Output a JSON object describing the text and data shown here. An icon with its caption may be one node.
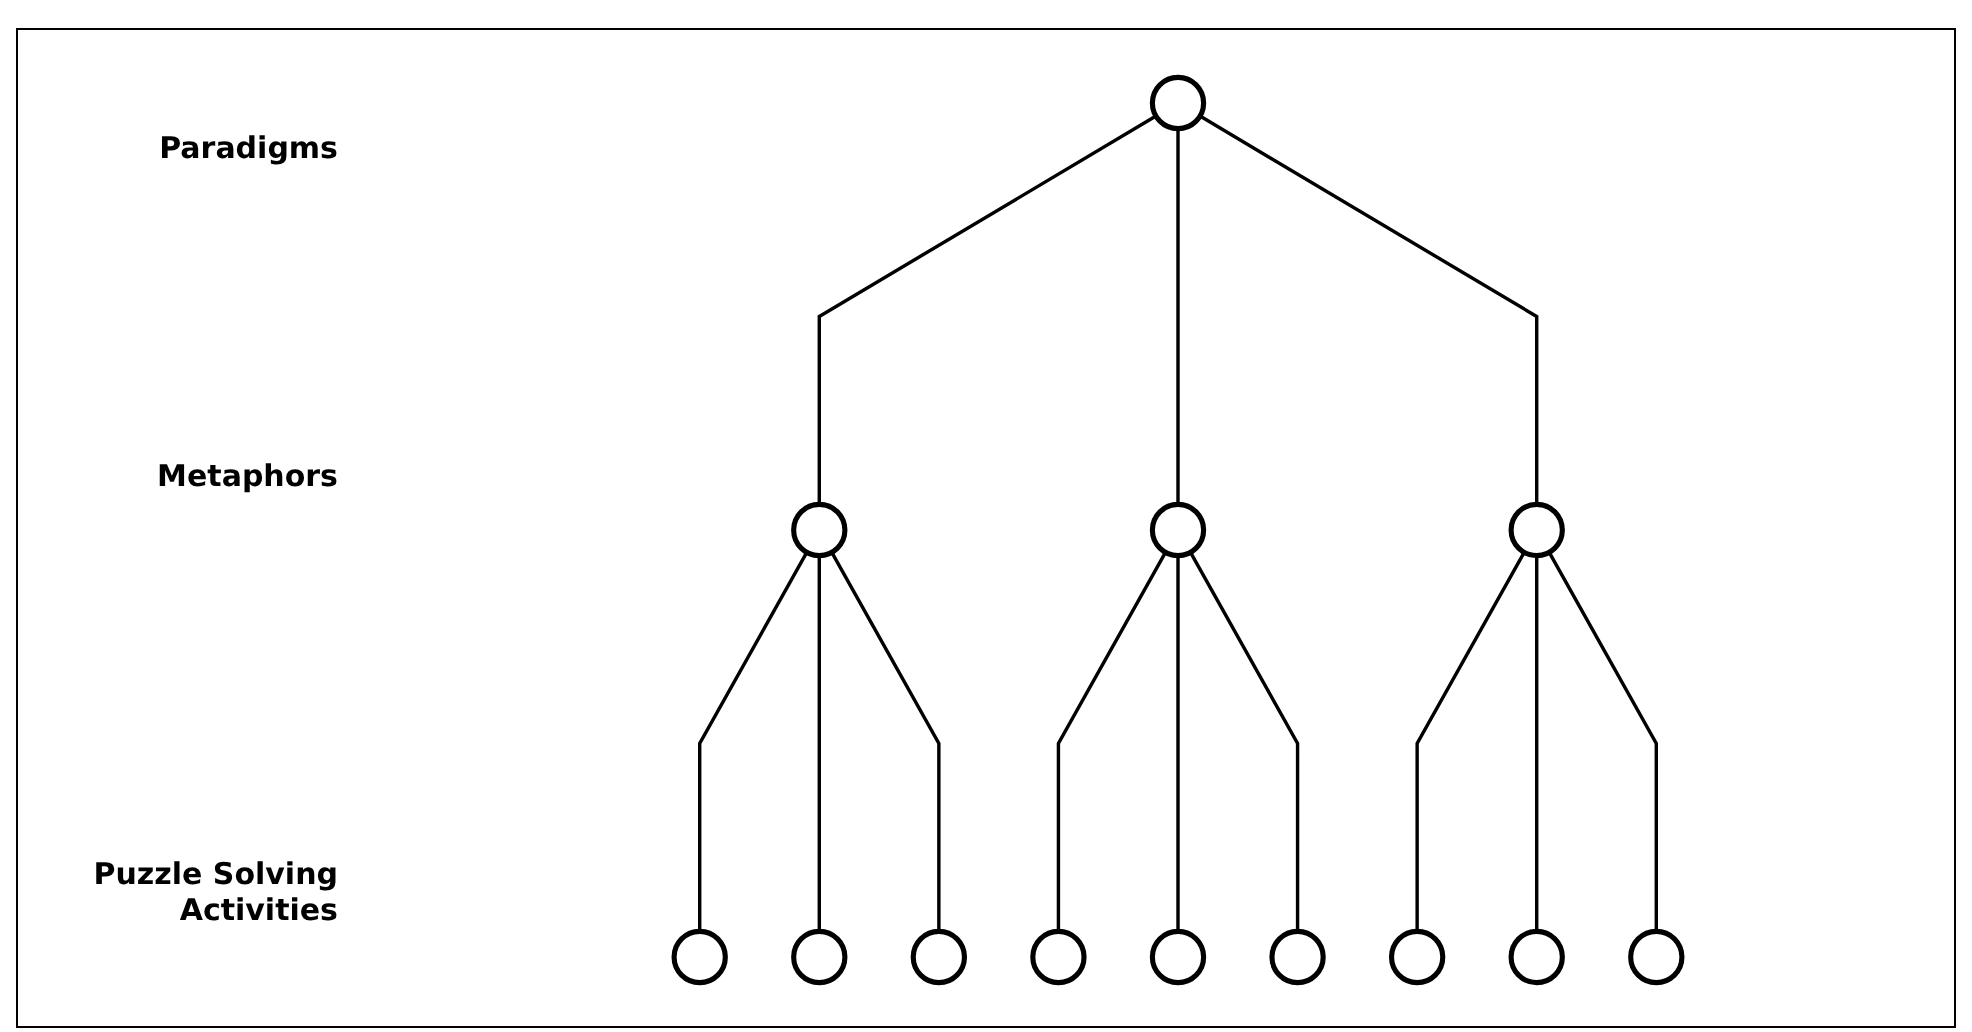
{
  "diagram": {
    "nodes": [
      {
        "text": [],
        "shape": "circle"
      },
      {
        "text": [],
        "shape": "circle"
      },
      {
        "text": [],
        "shape": "circle"
      },
      {
        "text": [],
        "shape": "circle"
      },
      {
        "text": [],
        "shape": "circle"
      },
      {
        "text": [],
        "shape": "circle"
      },
      {
        "text": [],
        "shape": "circle"
      },
      {
        "text": [],
        "shape": "circle"
      },
      {
        "text": [],
        "shape": "circle"
      },
      {
        "text": [],
        "shape": "circle"
      },
      {
        "text": [],
        "shape": "circle"
      },
      {
        "text": [],
        "shape": "circle"
      },
      {
        "text": [],
        "shape": "circle"
      }
    ],
    "edges": [
      {
        "from": 0,
        "to": 1,
        "arrow": "none"
      },
      {
        "from": 0,
        "to": 2,
        "arrow": "none"
      },
      {
        "from": 0,
        "to": 3,
        "arrow": "none"
      },
      {
        "from": 1,
        "to": 4,
        "arrow": "none"
      },
      {
        "from": 1,
        "to": 5,
        "arrow": "none"
      },
      {
        "from": 1,
        "to": 6,
        "arrow": "none"
      },
      {
        "from": 2,
        "to": 7,
        "arrow": "none"
      },
      {
        "from": 2,
        "to": 8,
        "arrow": "none"
      },
      {
        "from": 2,
        "to": 9,
        "arrow": "none"
      },
      {
        "from": 3,
        "to": 10,
        "arrow": "none"
      },
      {
        "from": 3,
        "to": 11,
        "arrow": "none"
      },
      {
        "from": 3,
        "to": 12,
        "arrow": "none"
      }
    ],
    "labels": [
      "Paradigms",
      "Metaphors",
      "Puzzle Solving Activities"
    ]
  }
}
